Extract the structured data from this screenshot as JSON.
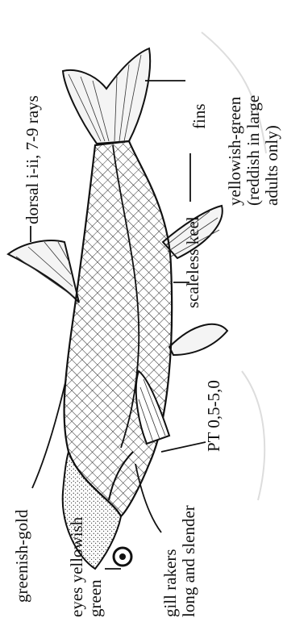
{
  "labels": {
    "dorsal": "dorsal i-ii, 7-9 rays",
    "fins": "fins",
    "fins_color_1": "yellowish-green",
    "fins_color_2": "(reddish in large",
    "fins_color_3": "adults only)",
    "keel": "scaleless keel",
    "pt": "PT 0,5-5,0",
    "body_color": "greenish-gold",
    "eyes_1": "eyes yellowish",
    "eyes_2": "green",
    "rakers_1": "gill rakers",
    "rakers_2": "long and slender"
  },
  "colors": {
    "ink": "#111111",
    "paper": "#ffffff",
    "fill": "#f4f4f4"
  }
}
